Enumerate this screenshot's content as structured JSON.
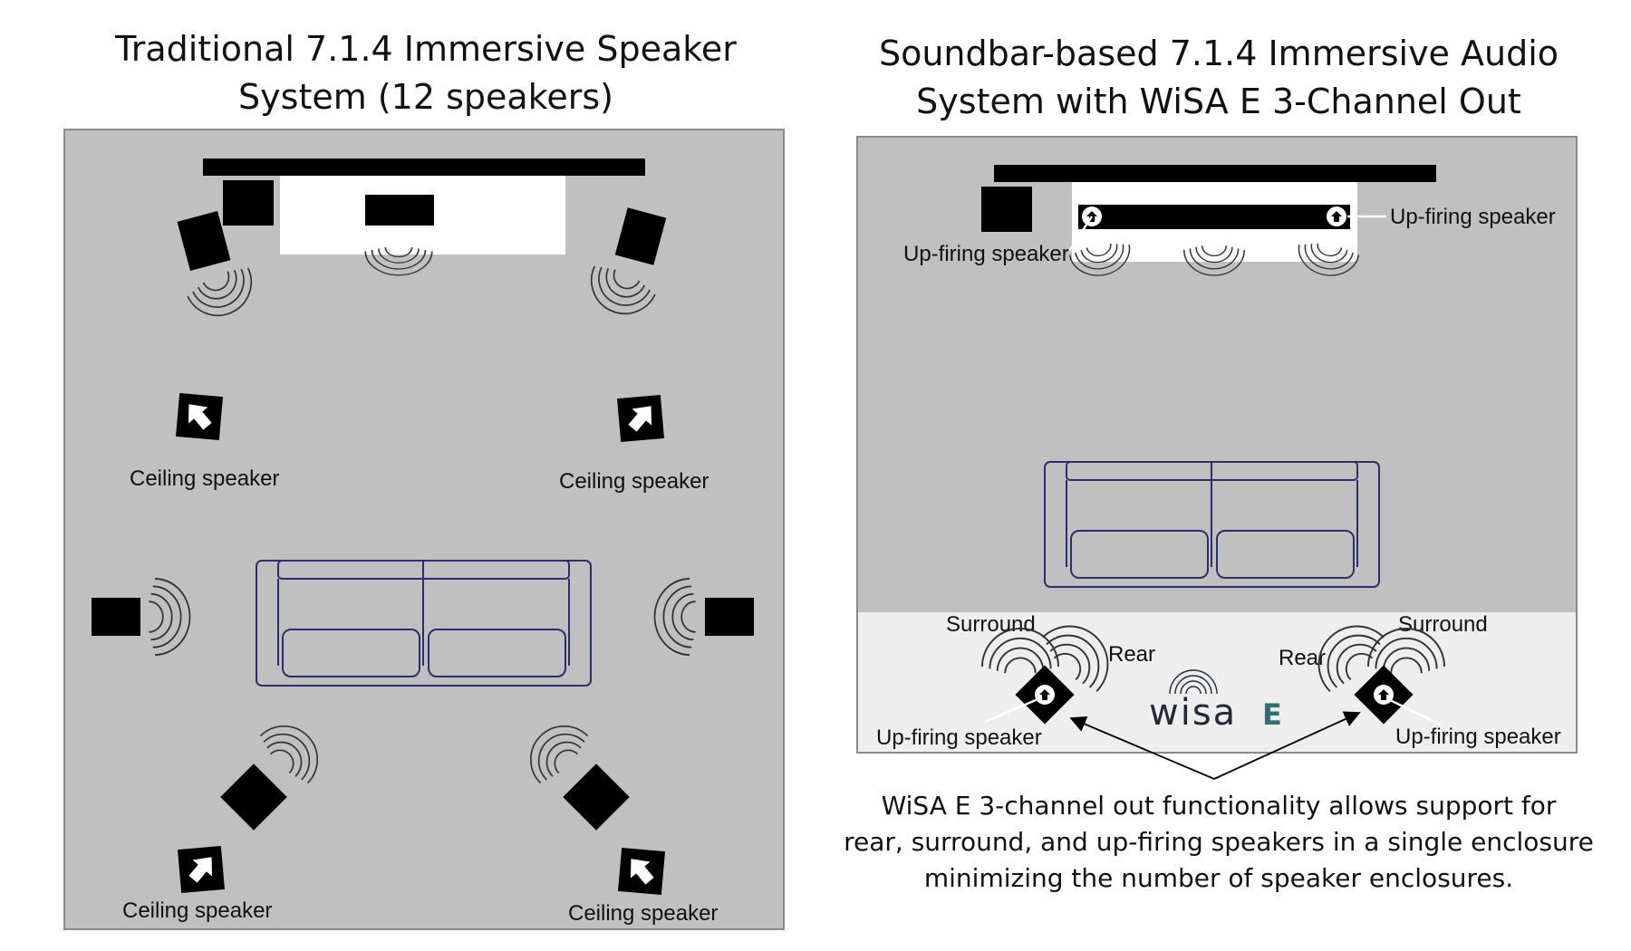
{
  "left": {
    "title_line1": "Traditional 7.1.4 Immersive Speaker",
    "title_line2": "System (12 speakers)",
    "labels": {
      "ceiling_front_left": "Ceiling speaker",
      "ceiling_front_right": "Ceiling speaker",
      "ceiling_rear_left": "Ceiling speaker",
      "ceiling_rear_right": "Ceiling speaker"
    }
  },
  "right": {
    "title_line1": "Soundbar-based 7.1.4 Immersive Audio",
    "title_line2": "System with WiSA E 3-Channel Out",
    "labels": {
      "upfiring_bar_left": "Up-firing speaker",
      "upfiring_bar_right": "Up-firing speaker",
      "surround_left": "Surround",
      "rear_left": "Rear",
      "rear_right": "Rear",
      "surround_right": "Surround",
      "upfiring_rear_left": "Up-firing speaker",
      "upfiring_rear_right": "Up-firing speaker"
    },
    "logo_word": "wisa",
    "logo_letter": "E",
    "caption_line1": "WiSA E 3-channel out functionality allows support for",
    "caption_line2": "rear, surround, and up-firing speakers in a single enclosure",
    "caption_line3": "minimizing the number of speaker enclosures."
  },
  "colors": {
    "room": "#c0c0c0",
    "strip": "#eeeeee",
    "sofa_outline": "#2b2f6b",
    "speaker": "#000000",
    "logo_accent": "#2f6f73"
  }
}
